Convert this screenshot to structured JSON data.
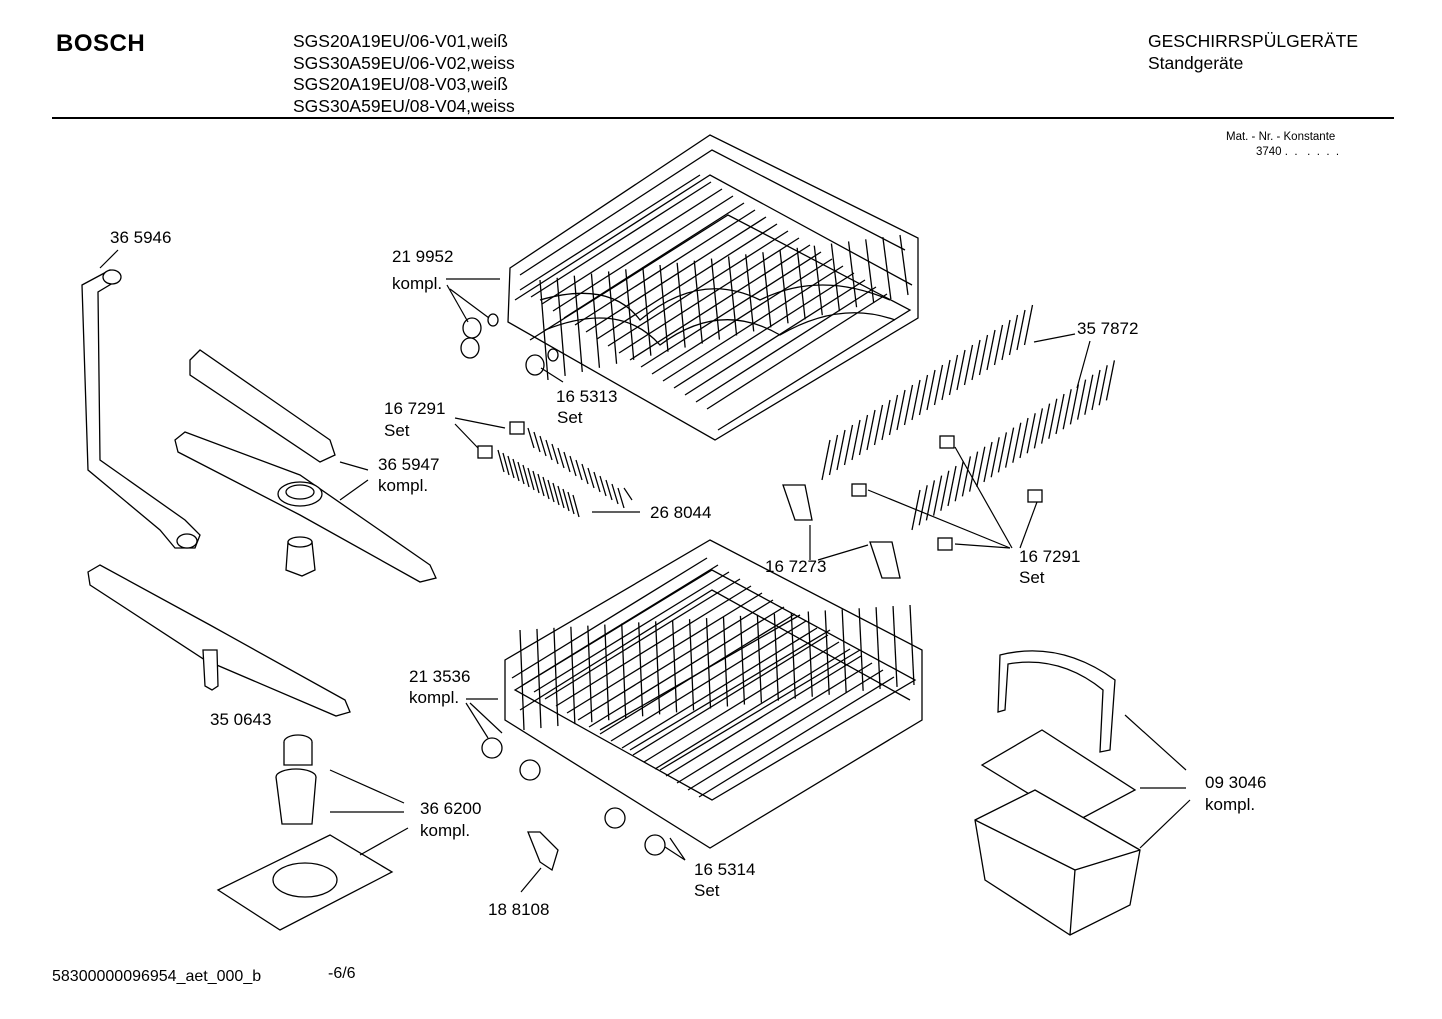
{
  "header": {
    "brand": "BOSCH",
    "models": [
      "SGS20A19EU/06-V01,weiß",
      "SGS30A59EU/06-V02,weiss",
      "SGS20A19EU/08-V03,weiß",
      "SGS30A59EU/08-V04,weiss"
    ],
    "category": "GESCHIRRSPÜLGERÄTE",
    "subcategory": "Standgeräte"
  },
  "material_note": {
    "label": "Mat. - Nr. - Konstante",
    "value": "3740 .  .   .  .  .  ."
  },
  "parts": {
    "p365946": {
      "number": "36 5946",
      "suffix": ""
    },
    "p219952": {
      "number": "21 9952",
      "suffix": "kompl."
    },
    "p165313": {
      "number": "16 5313",
      "suffix": "Set"
    },
    "p357872": {
      "number": "35 7872",
      "suffix": ""
    },
    "p167291a": {
      "number": "16 7291",
      "suffix": "Set"
    },
    "p365947": {
      "number": "36 5947",
      "suffix": "kompl."
    },
    "p268044": {
      "number": "26 8044",
      "suffix": ""
    },
    "p167273": {
      "number": "16 7273",
      "suffix": ""
    },
    "p167291b": {
      "number": "16 7291",
      "suffix": "Set"
    },
    "p213536": {
      "number": "21 3536",
      "suffix": "kompl."
    },
    "p350643": {
      "number": "35 0643",
      "suffix": ""
    },
    "p093046": {
      "number": "09 3046",
      "suffix": "kompl."
    },
    "p366200": {
      "number": "36 6200",
      "suffix": "kompl."
    },
    "p165314": {
      "number": "16 5314",
      "suffix": "Set"
    },
    "p188108": {
      "number": "18 8108",
      "suffix": ""
    }
  },
  "footer": {
    "doc_id": "58300000096954_aet_000_b",
    "page": "-6/6"
  }
}
